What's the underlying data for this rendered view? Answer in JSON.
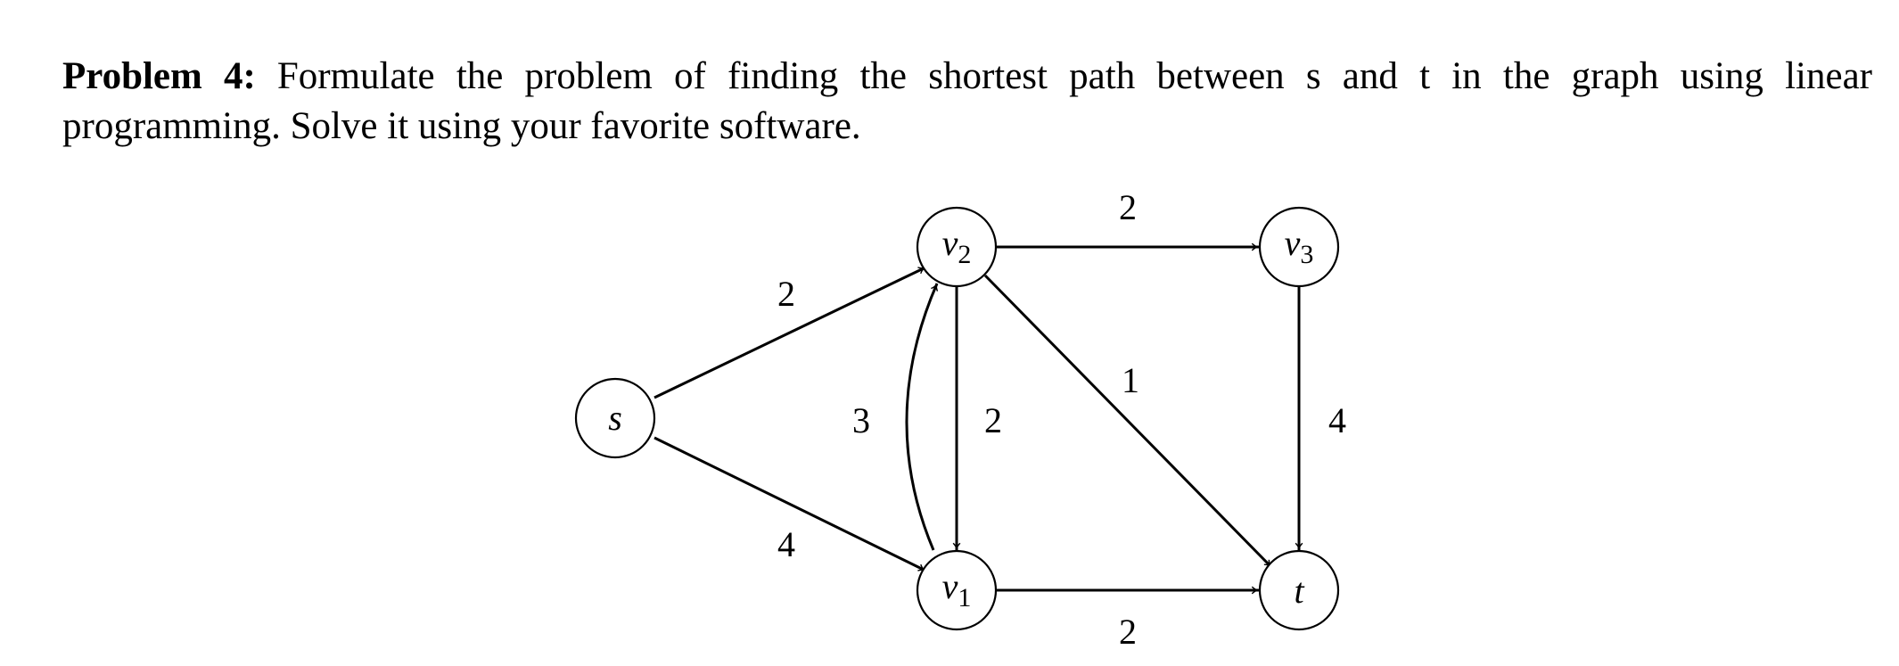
{
  "problem": {
    "label": "Problem 4:",
    "text": "Formulate the problem of finding the shortest path between s and t in the graph using linear programming. Solve it using your favorite software."
  },
  "graph": {
    "nodes": [
      {
        "id": "s",
        "name": "s",
        "sub": ""
      },
      {
        "id": "v1",
        "name": "v",
        "sub": "1"
      },
      {
        "id": "v2",
        "name": "v",
        "sub": "2"
      },
      {
        "id": "v3",
        "name": "v",
        "sub": "3"
      },
      {
        "id": "t",
        "name": "t",
        "sub": ""
      }
    ],
    "edges": [
      {
        "from": "s",
        "to": "v2",
        "weight": "2"
      },
      {
        "from": "s",
        "to": "v1",
        "weight": "4"
      },
      {
        "from": "v1",
        "to": "v2",
        "weight": "3"
      },
      {
        "from": "v2",
        "to": "v1",
        "weight": "2"
      },
      {
        "from": "v2",
        "to": "v3",
        "weight": "2"
      },
      {
        "from": "v2",
        "to": "t",
        "weight": "1"
      },
      {
        "from": "v3",
        "to": "t",
        "weight": "4"
      },
      {
        "from": "v1",
        "to": "t",
        "weight": "2"
      }
    ]
  }
}
